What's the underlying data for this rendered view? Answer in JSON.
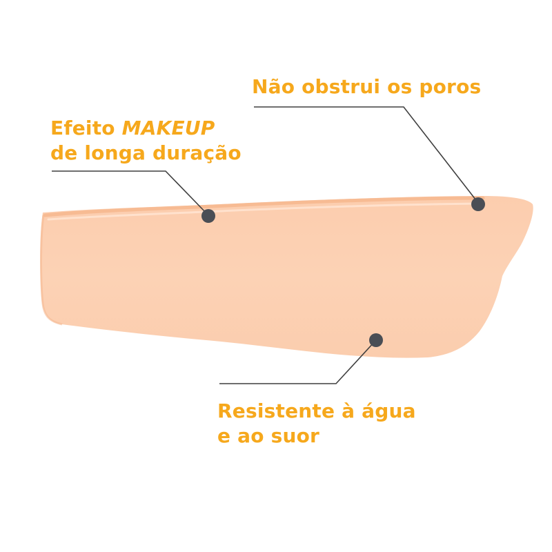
{
  "colors": {
    "text_accent": "#F6A81C",
    "leader_line": "#3F3F3F",
    "callout_dot": "#4A4E55",
    "swatch_main": "#FCD1B3",
    "swatch_edge": "#F8B68A",
    "swatch_highlight": "#FFE4D0"
  },
  "callouts": {
    "pores": {
      "line1": "Não obstrui os poros"
    },
    "makeup": {
      "line1_prefix": "Efeito ",
      "line1_emphasis": "MAKEUP",
      "line2": "de longa duração"
    },
    "water": {
      "line1": "Resistente à água",
      "line2": "e ao suor"
    }
  },
  "swatch": {
    "description_icon": "foundation-swatch"
  }
}
